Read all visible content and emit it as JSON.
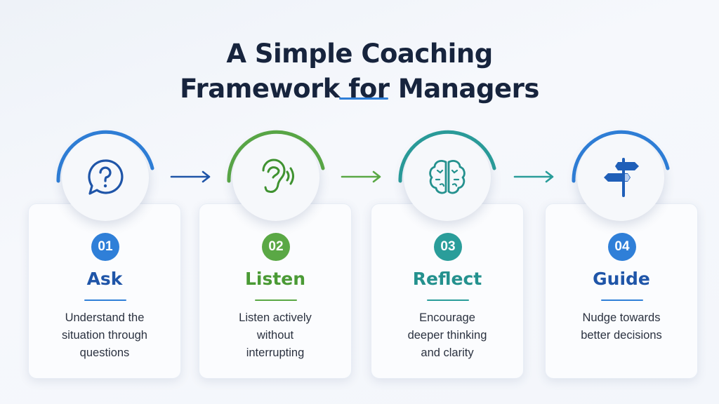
{
  "title": {
    "line1": "A Simple Coaching",
    "line2": "Framework for Managers"
  },
  "colors": {
    "blue": "#2f7fd8",
    "green": "#5aa845",
    "teal": "#2a9d9a",
    "guide": "#2f6fc8"
  },
  "steps": [
    {
      "number": "01",
      "title": "Ask",
      "icon": "question-bubble-icon",
      "desc": [
        "Understand the",
        "situation through",
        "questions"
      ]
    },
    {
      "number": "02",
      "title": "Listen",
      "icon": "ear-icon",
      "desc": [
        "Listen actively",
        "without",
        "interrupting"
      ]
    },
    {
      "number": "03",
      "title": "Reflect",
      "icon": "brain-icon",
      "desc": [
        "Encourage",
        "deeper thinking",
        "and clarity"
      ]
    },
    {
      "number": "04",
      "title": "Guide",
      "icon": "signpost-icon",
      "desc": [
        "Nudge towards",
        "better decisions"
      ]
    }
  ]
}
